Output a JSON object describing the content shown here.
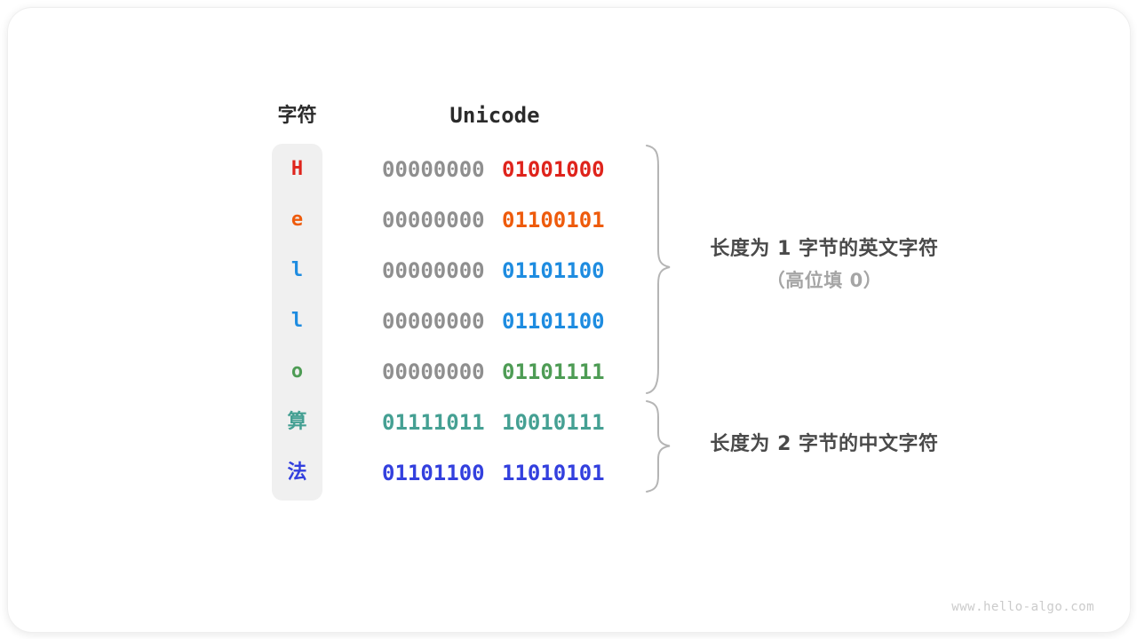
{
  "page": {
    "watermark": "www.hello-algo.com"
  },
  "colors": {
    "red": "#df241c",
    "orange": "#ee5b0c",
    "blue": "#1e8ce0",
    "green": "#4e9c55",
    "teal": "#45a093",
    "indigo": "#3340de",
    "gray_bits": "#8f8f8f",
    "header_text": "#2b2b2b",
    "annotation_text": "#4a4a4a",
    "annotation_sub_text": "#a5a5a5",
    "brace": "#b5b5b5",
    "char_column_bg": "#f0f0f0",
    "watermark_text": "#cbcbcb"
  },
  "table": {
    "headers": {
      "char": "字符",
      "unicode": "Unicode"
    },
    "rows": [
      {
        "char": "H",
        "color": "#df241c",
        "byte1": "00000000",
        "byte1_color": "#8f8f8f",
        "byte2": "01001000",
        "byte2_color": "#df241c"
      },
      {
        "char": "e",
        "color": "#ee5b0c",
        "byte1": "00000000",
        "byte1_color": "#8f8f8f",
        "byte2": "01100101",
        "byte2_color": "#ee5b0c"
      },
      {
        "char": "l",
        "color": "#1e8ce0",
        "byte1": "00000000",
        "byte1_color": "#8f8f8f",
        "byte2": "01101100",
        "byte2_color": "#1e8ce0"
      },
      {
        "char": "l",
        "color": "#1e8ce0",
        "byte1": "00000000",
        "byte1_color": "#8f8f8f",
        "byte2": "01101100",
        "byte2_color": "#1e8ce0"
      },
      {
        "char": "o",
        "color": "#4e9c55",
        "byte1": "00000000",
        "byte1_color": "#8f8f8f",
        "byte2": "01101111",
        "byte2_color": "#4e9c55"
      },
      {
        "char": "算",
        "color": "#45a093",
        "byte1": "01111011",
        "byte1_color": "#45a093",
        "byte2": "10010111",
        "byte2_color": "#45a093"
      },
      {
        "char": "法",
        "color": "#3340de",
        "byte1": "01101100",
        "byte1_color": "#3340de",
        "byte2": "11010101",
        "byte2_color": "#3340de"
      }
    ]
  },
  "annotations": [
    {
      "line1": "长度为 1 字节的英文字符",
      "line2": "（高位填 0）"
    },
    {
      "line1": "长度为 2 字节的中文字符"
    }
  ]
}
